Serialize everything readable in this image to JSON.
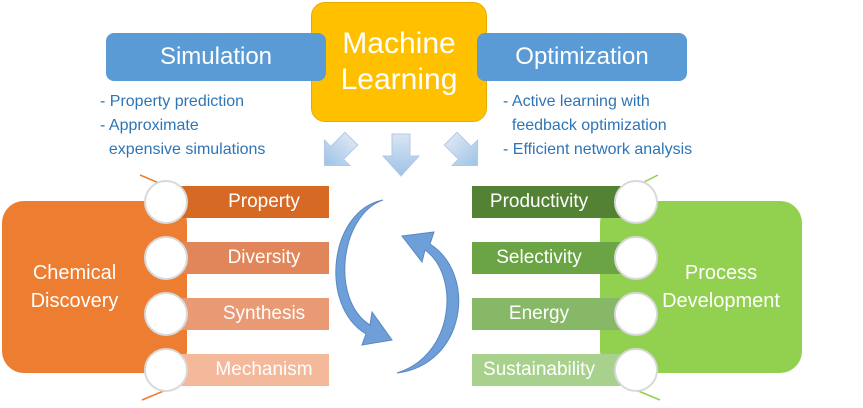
{
  "top": {
    "simulation": "Simulation",
    "machine_learning": [
      "Machine",
      "Learning"
    ],
    "optimization": "Optimization"
  },
  "simulation_notes": [
    "- Property prediction",
    "- Approximate",
    "  expensive simulations"
  ],
  "optimization_notes": [
    "- Active learning with",
    "  feedback optimization",
    "- Efficient network analysis"
  ],
  "chemical_discovery": {
    "title": [
      "Chemical",
      "Discovery"
    ],
    "items": [
      "Property",
      "Diversity",
      "Synthesis",
      "Mechanism"
    ]
  },
  "process_development": {
    "title": [
      "Process",
      "Development"
    ],
    "items": [
      "Productivity",
      "Selectivity",
      "Energy",
      "Sustainability"
    ]
  },
  "colors": {
    "blue": "#5b9bd5",
    "gold": "#ffc000",
    "orange": "#ed7d31",
    "green": "#92d050",
    "left_bars": [
      "#d66a25",
      "#e0865a",
      "#e99a74",
      "#f4b89b"
    ],
    "right_bars": [
      "#548235",
      "#6aa444",
      "#86b867",
      "#a9d18e"
    ]
  }
}
